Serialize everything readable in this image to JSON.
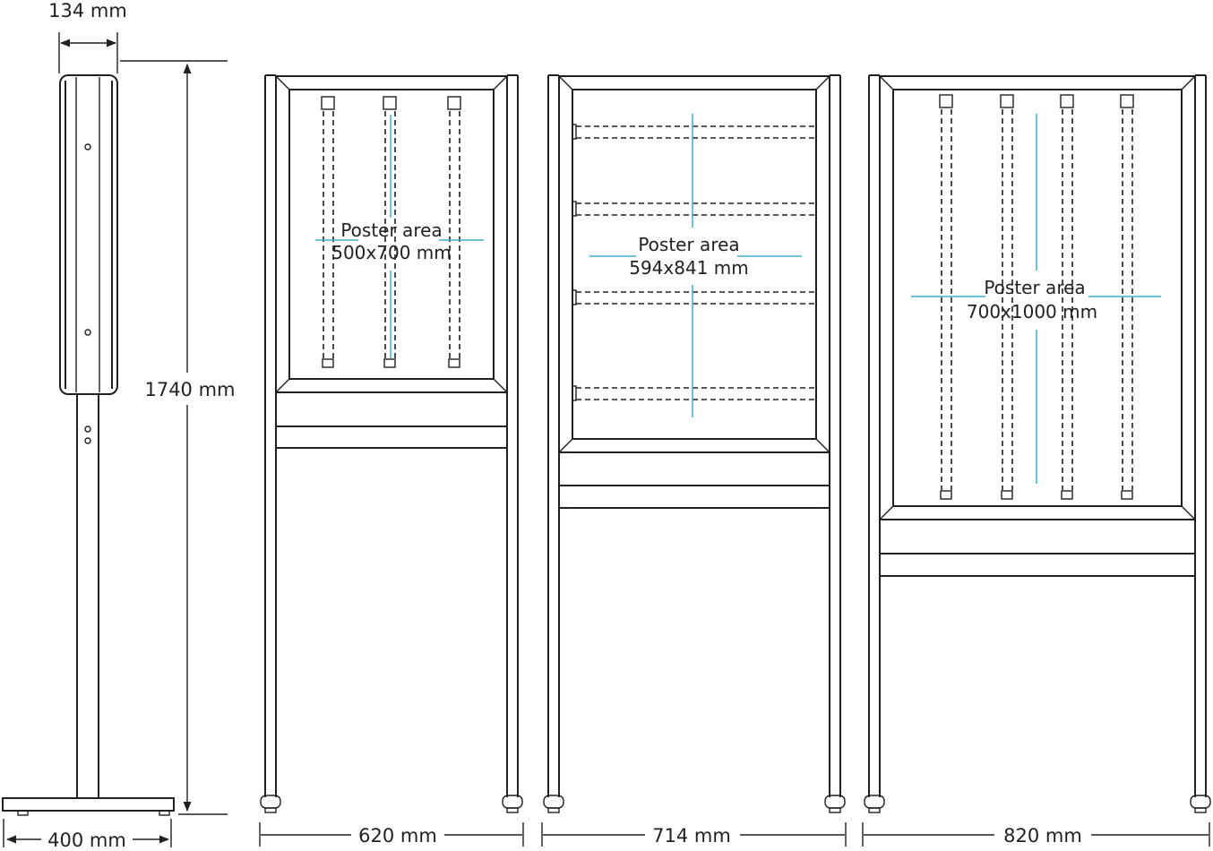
{
  "dimensions": {
    "side_depth": "134 mm",
    "side_width": "400 mm",
    "height": "1740 mm",
    "panel_a_width": "620 mm",
    "panel_b_width": "714 mm",
    "panel_c_width": "820 mm"
  },
  "panels": [
    {
      "area_label": "Poster area",
      "area_size": "500x700 mm"
    },
    {
      "area_label": "Poster area",
      "area_size": "594x841 mm"
    },
    {
      "area_label": "Poster area",
      "area_size": "700x1000 mm"
    }
  ],
  "colors": {
    "line": "#231f20",
    "accent": "#39b1cf"
  }
}
